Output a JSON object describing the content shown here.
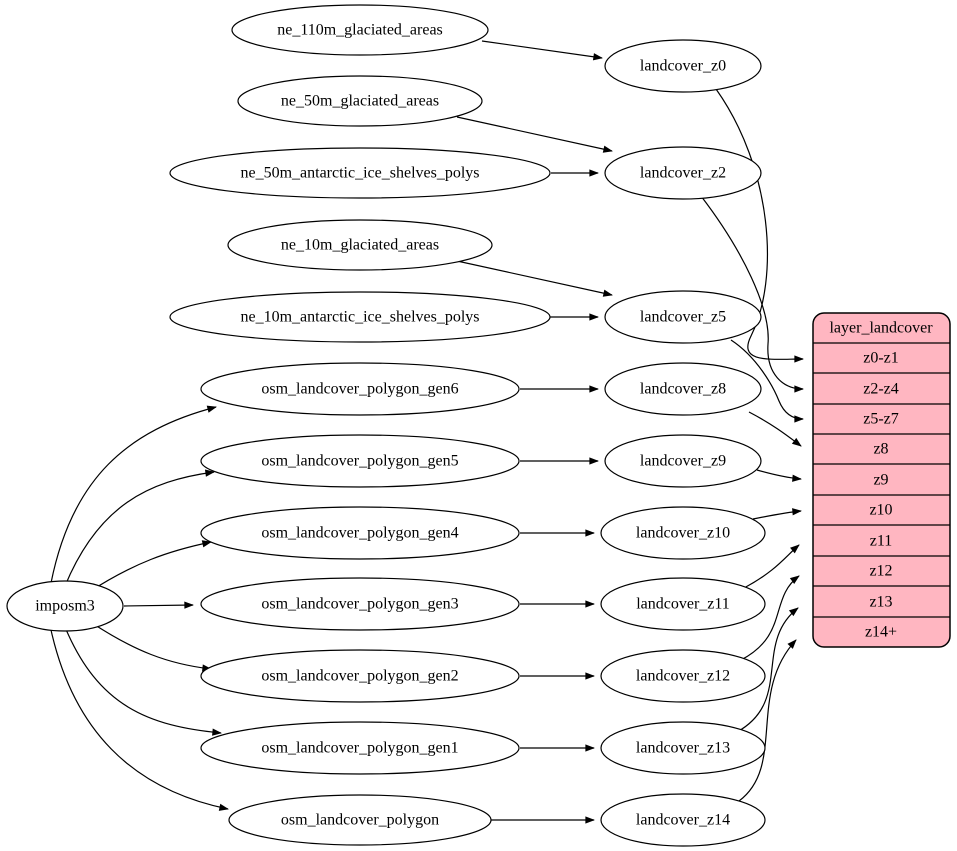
{
  "diagram": {
    "background_color": "#ffffff",
    "node_fill": "#ffffff",
    "node_stroke": "#000000",
    "edge_color": "#000000",
    "record_fill": "#ffb6c1",
    "importer": {
      "label": "imposm3"
    },
    "sources": [
      {
        "label": "ne_110m_glaciated_areas"
      },
      {
        "label": "ne_50m_glaciated_areas"
      },
      {
        "label": "ne_50m_antarctic_ice_shelves_polys"
      },
      {
        "label": "ne_10m_glaciated_areas"
      },
      {
        "label": "ne_10m_antarctic_ice_shelves_polys"
      },
      {
        "label": "osm_landcover_polygon_gen6"
      },
      {
        "label": "osm_landcover_polygon_gen5"
      },
      {
        "label": "osm_landcover_polygon_gen4"
      },
      {
        "label": "osm_landcover_polygon_gen3"
      },
      {
        "label": "osm_landcover_polygon_gen2"
      },
      {
        "label": "osm_landcover_polygon_gen1"
      },
      {
        "label": "osm_landcover_polygon"
      }
    ],
    "stages": [
      {
        "label": "landcover_z0"
      },
      {
        "label": "landcover_z2"
      },
      {
        "label": "landcover_z5"
      },
      {
        "label": "landcover_z8"
      },
      {
        "label": "landcover_z9"
      },
      {
        "label": "landcover_z10"
      },
      {
        "label": "landcover_z11"
      },
      {
        "label": "landcover_z12"
      },
      {
        "label": "landcover_z13"
      },
      {
        "label": "landcover_z14"
      }
    ],
    "record": {
      "title": "layer_landcover",
      "rows": [
        "z0-z1",
        "z2-z4",
        "z5-z7",
        "z8",
        "z9",
        "z10",
        "z11",
        "z12",
        "z13",
        "z14+"
      ]
    },
    "edges": [
      {
        "from": "imposm3",
        "to": "osm_landcover_polygon_gen6"
      },
      {
        "from": "imposm3",
        "to": "osm_landcover_polygon_gen5"
      },
      {
        "from": "imposm3",
        "to": "osm_landcover_polygon_gen4"
      },
      {
        "from": "imposm3",
        "to": "osm_landcover_polygon_gen3"
      },
      {
        "from": "imposm3",
        "to": "osm_landcover_polygon_gen2"
      },
      {
        "from": "imposm3",
        "to": "osm_landcover_polygon_gen1"
      },
      {
        "from": "imposm3",
        "to": "osm_landcover_polygon"
      },
      {
        "from": "ne_110m_glaciated_areas",
        "to": "landcover_z0"
      },
      {
        "from": "ne_50m_glaciated_areas",
        "to": "landcover_z2"
      },
      {
        "from": "ne_50m_antarctic_ice_shelves_polys",
        "to": "landcover_z2"
      },
      {
        "from": "ne_10m_glaciated_areas",
        "to": "landcover_z5"
      },
      {
        "from": "ne_10m_antarctic_ice_shelves_polys",
        "to": "landcover_z5"
      },
      {
        "from": "osm_landcover_polygon_gen6",
        "to": "landcover_z8"
      },
      {
        "from": "osm_landcover_polygon_gen5",
        "to": "landcover_z9"
      },
      {
        "from": "osm_landcover_polygon_gen4",
        "to": "landcover_z10"
      },
      {
        "from": "osm_landcover_polygon_gen3",
        "to": "landcover_z11"
      },
      {
        "from": "osm_landcover_polygon_gen2",
        "to": "landcover_z12"
      },
      {
        "from": "osm_landcover_polygon_gen1",
        "to": "landcover_z13"
      },
      {
        "from": "osm_landcover_polygon",
        "to": "landcover_z14"
      },
      {
        "from": "landcover_z0",
        "to": "layer_landcover:z0-z1"
      },
      {
        "from": "landcover_z2",
        "to": "layer_landcover:z2-z4"
      },
      {
        "from": "landcover_z5",
        "to": "layer_landcover:z5-z7"
      },
      {
        "from": "landcover_z8",
        "to": "layer_landcover:z8"
      },
      {
        "from": "landcover_z9",
        "to": "layer_landcover:z9"
      },
      {
        "from": "landcover_z10",
        "to": "layer_landcover:z10"
      },
      {
        "from": "landcover_z11",
        "to": "layer_landcover:z11"
      },
      {
        "from": "landcover_z12",
        "to": "layer_landcover:z12"
      },
      {
        "from": "landcover_z13",
        "to": "layer_landcover:z13"
      },
      {
        "from": "landcover_z14",
        "to": "layer_landcover:z14+"
      }
    ]
  }
}
